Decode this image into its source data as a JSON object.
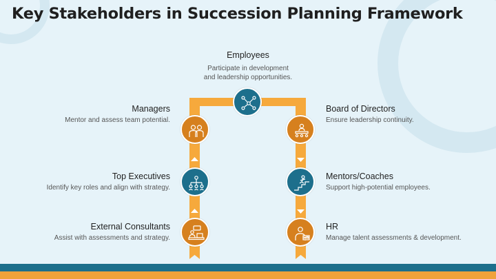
{
  "title": "Key Stakeholders in Succession Planning  Framework",
  "colors": {
    "teal": "#1d6f8c",
    "orange": "#d6801e",
    "path": "#f6a93c",
    "background": "#e6f3f9"
  },
  "nodes": {
    "employees": {
      "title": "Employees",
      "description_lines": [
        "Participate in development",
        "and leadership opportunities."
      ],
      "icon": "team-network-icon"
    },
    "managers": {
      "title": "Managers",
      "description": "Mentor and assess team potential.",
      "icon": "managers-icon"
    },
    "board": {
      "title": "Board of Directors",
      "description": "Ensure leadership continuity.",
      "icon": "boardroom-icon"
    },
    "executives": {
      "title": "Top Executives",
      "description": "Identify key roles and align with strategy.",
      "icon": "org-chart-icon"
    },
    "mentors": {
      "title": "Mentors/Coaches",
      "description": "Support high-potential employees.",
      "icon": "climbing-stairs-icon"
    },
    "consultants": {
      "title": "External Consultants",
      "description": "Assist with assessments and strategy.",
      "icon": "consultant-desk-icon"
    },
    "hr": {
      "title": "HR",
      "description": "Manage talent assessments & development.",
      "icon": "hr-person-icon"
    }
  }
}
